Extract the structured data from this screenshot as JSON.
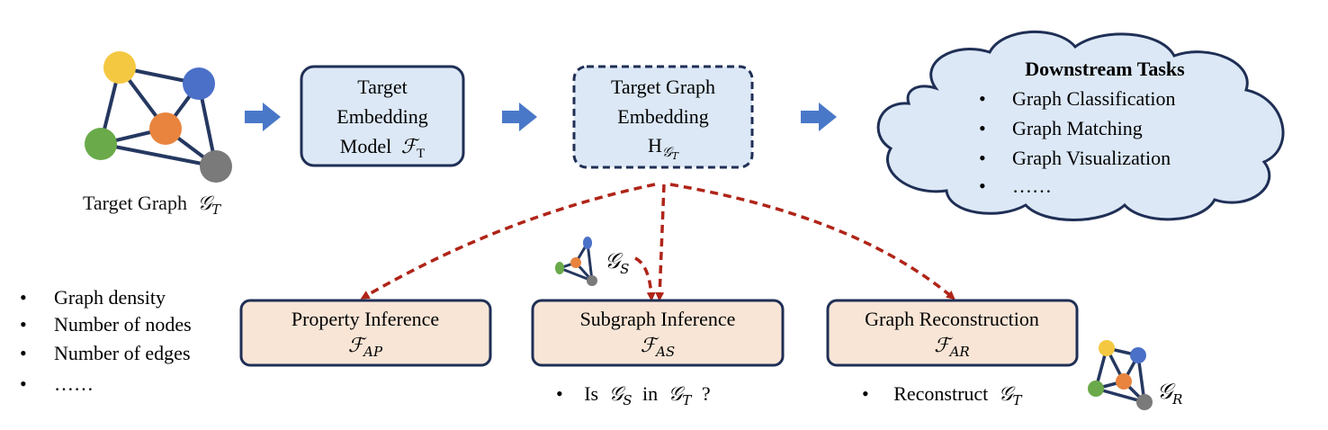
{
  "target_graph": {
    "label": "Target Graph",
    "symbol": "𝒢",
    "subscript": "T",
    "colors": {
      "yellow": "#f5c842",
      "blue": "#4a70c8",
      "orange": "#e8843e",
      "green": "#6aaa4a",
      "gray": "#7a7a7a",
      "edge": "#253860"
    }
  },
  "embedding_model": {
    "line1": "Target",
    "line2": "Embedding",
    "line3": "Model",
    "symbol": "ℱ",
    "subscript": "T",
    "fill": "#dce8f6",
    "border": "#1f2f55"
  },
  "graph_embedding": {
    "line1": "Target Graph",
    "line2": "Embedding",
    "symbol": "H",
    "sub_symbol": "𝒢",
    "sub_sub": "T",
    "fill": "#dce8f6",
    "border": "#1f2f55"
  },
  "downstream": {
    "title": "Downstream Tasks",
    "items": [
      "Graph Classification",
      "Graph Matching",
      "Graph Visualization",
      "……"
    ],
    "fill": "#dce8f6"
  },
  "attacks": [
    {
      "title": "Property Inference",
      "symbol": "ℱ",
      "subscript": "AP"
    },
    {
      "title": "Subgraph Inference",
      "symbol": "ℱ",
      "subscript": "AS"
    },
    {
      "title": "Graph Reconstruction",
      "symbol": "ℱ",
      "subscript": "AR"
    }
  ],
  "attack_fill": "#f8e5d6",
  "attack_border": "#1f2f55",
  "arrow_blue": "#4a78c8",
  "arrow_red": "#b02418",
  "property_list": [
    "Graph density",
    "Number of nodes",
    "Number of edges",
    "……"
  ],
  "subgraph": {
    "symbol": "𝒢",
    "subscript": "S"
  },
  "subgraph_question": {
    "prefix": "Is",
    "sym1": "𝒢",
    "sub1": "S",
    "mid": "in",
    "sym2": "𝒢",
    "sub2": "T",
    "suffix": "?"
  },
  "reconstruct": {
    "label": "Reconstruct",
    "symbol": "𝒢",
    "subscript": "T"
  },
  "reconstructed_graph": {
    "symbol": "𝒢",
    "subscript": "R"
  },
  "bullet": "•"
}
